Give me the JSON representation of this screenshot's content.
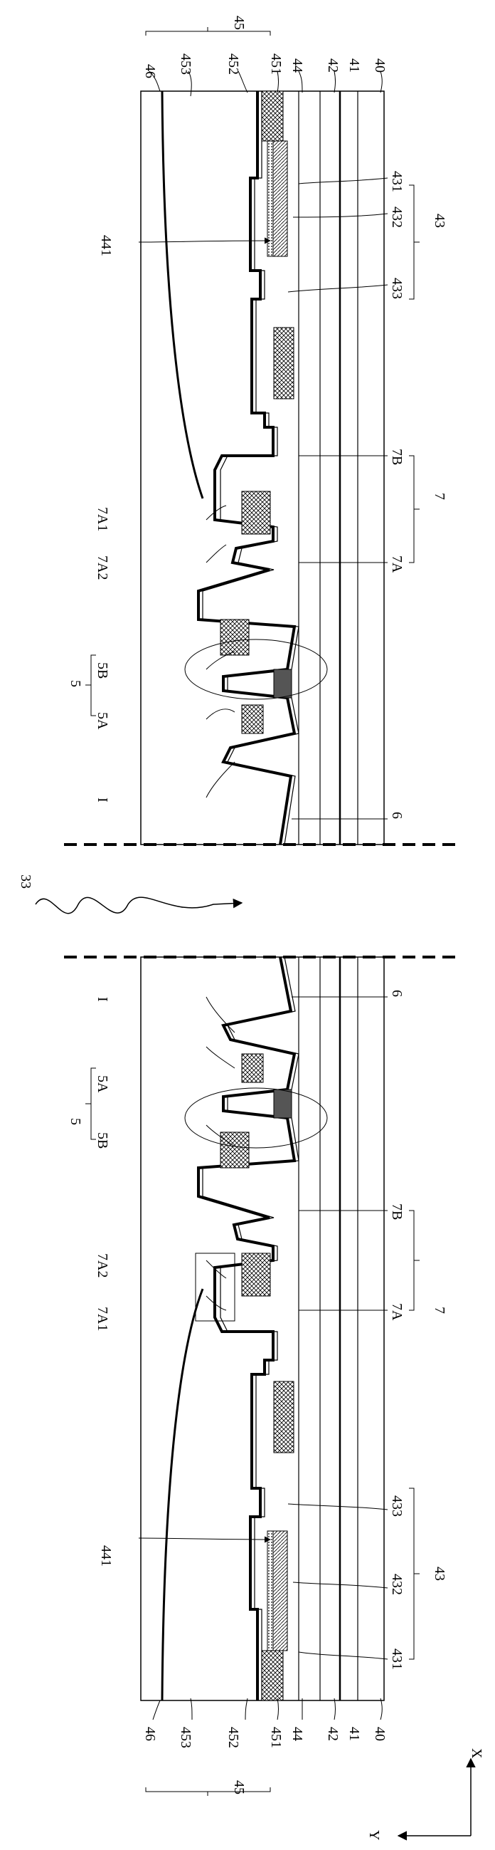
{
  "figure": {
    "labels": {
      "l40": "40",
      "l41": "41",
      "l42": "42",
      "l43": "43",
      "l44": "44",
      "l45": "45",
      "l46": "46",
      "l441": "441",
      "l451": "451",
      "l452": "452",
      "l453": "453",
      "l431": "431",
      "l432": "432",
      "l433": "433",
      "l5": "5",
      "l5A": "5A",
      "l5B": "5B",
      "l6": "6",
      "l7": "7",
      "l7A": "7A",
      "l7B": "7B",
      "l7A1": "7A1",
      "l7A2": "7A2",
      "lI": "I",
      "l33": "33"
    },
    "axes": {
      "x": "X",
      "y": "Y"
    },
    "colors": {
      "line": "#000000",
      "fill_dark": "#555555",
      "fill_hatch": "#9a9a9a"
    }
  }
}
